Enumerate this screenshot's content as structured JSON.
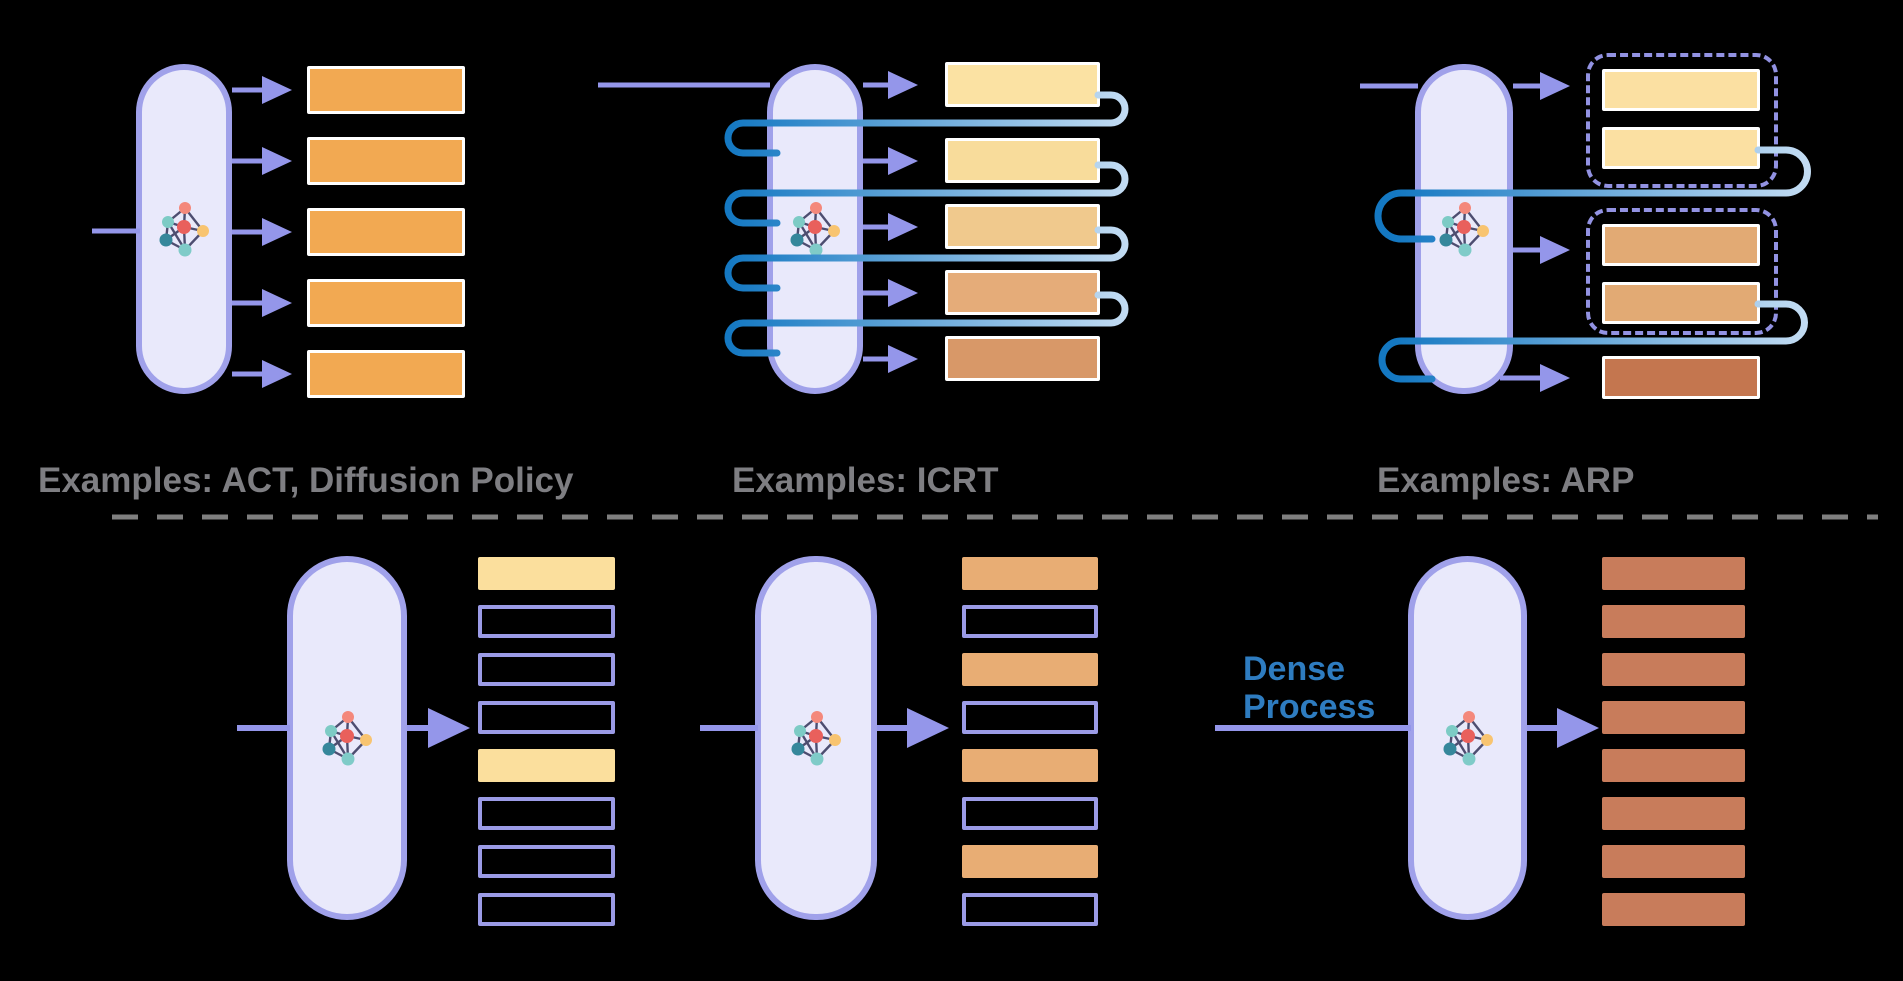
{
  "figure": {
    "background": "#000000",
    "description": "Comparison of action prediction paradigms: parallel one-shot prediction, token-by-token autoregression, chunked autoregression (top row) and masked/sparse vs dense decoding processes (bottom row)."
  },
  "theme": {
    "canvas_bg": "#000000",
    "pill_fill": "#E9E9FB",
    "pill_border": "#A0A1EA",
    "arrow_purple": "#9496EA",
    "fb_dark": "#1478C2",
    "fb_light": "#C6DEF4",
    "group_dash": "#9292E2",
    "divider_gray": "#7F7F7F",
    "caption_gray": "#7E7E82",
    "dense_blue": "#2E7CC0",
    "outline_bar_border": "#9B9BE6",
    "bar_border_white": "#FFFFFF"
  },
  "nn_icon": {
    "edge_color": "#4D4D70",
    "nodes": {
      "top": "#F4887B",
      "upper_left": "#7DCBC5",
      "center": "#E9605C",
      "right": "#F8C470",
      "lower_left": "#35879B",
      "bottom": "#7FCBC8"
    }
  },
  "captions": {
    "top_left": "Examples: ACT, Diffusion Policy",
    "top_middle": "Examples: ICRT",
    "top_right": "Examples: ARP",
    "dense_process": "Dense\nProcess"
  },
  "panels": {
    "act": {
      "caption": "Examples: ACT, Diffusion Policy",
      "feedback_loops": 0,
      "bars": [
        {
          "fill": "#F2A952",
          "border": "#FFFFFF",
          "mt": 0
        },
        {
          "fill": "#F2A952",
          "border": "#FFFFFF",
          "mt": 23
        },
        {
          "fill": "#F2A952",
          "border": "#FFFFFF",
          "mt": 23
        },
        {
          "fill": "#F2A952",
          "border": "#FFFFFF",
          "mt": 23
        },
        {
          "fill": "#F2A952",
          "border": "#FFFFFF",
          "mt": 23
        }
      ]
    },
    "icrt": {
      "caption": "Examples: ICRT",
      "feedback_loops": 4,
      "bars": [
        {
          "fill": "#FBE2A3",
          "border": "#FFFFFF",
          "mt": 0
        },
        {
          "fill": "#F8DC9B",
          "border": "#FFFFFF",
          "mt": 31
        },
        {
          "fill": "#F0C98D",
          "border": "#FFFFFF",
          "mt": 21
        },
        {
          "fill": "#E5AC79",
          "border": "#FFFFFF",
          "mt": 21
        },
        {
          "fill": "#D89868",
          "border": "#FFFFFF",
          "mt": 21
        }
      ]
    },
    "arp": {
      "caption": "Examples: ARP",
      "feedback_loops": 2,
      "chunks": [
        2,
        2,
        1
      ],
      "bars": [
        {
          "fill": "#FBE0A2",
          "border": "#FFFFFF",
          "mt": 0
        },
        {
          "fill": "#FBE0A2",
          "border": "#FFFFFF",
          "mt": 16
        },
        {
          "fill": "#E2AA74",
          "border": "#FFFFFF",
          "mt": 0
        },
        {
          "fill": "#E2AA74",
          "border": "#FFFFFF",
          "mt": 16
        },
        {
          "fill": "#C4764F",
          "border": "#FFFFFF",
          "mt": 0
        }
      ]
    },
    "sparse": {
      "bars": [
        {
          "fill": "#FBDF9D",
          "mt": 0
        },
        {
          "outline": "#9B9BE6",
          "mt": 15
        },
        {
          "outline": "#9B9BE6",
          "mt": 15
        },
        {
          "outline": "#9B9BE6",
          "mt": 15
        },
        {
          "fill": "#FBDF9D",
          "mt": 15
        },
        {
          "outline": "#9B9BE6",
          "mt": 15
        },
        {
          "outline": "#9B9BE6",
          "mt": 15
        },
        {
          "outline": "#9B9BE6",
          "mt": 15
        }
      ]
    },
    "alternate": {
      "bars": [
        {
          "fill": "#E8AD74",
          "mt": 0
        },
        {
          "outline": "#9B9BE6",
          "mt": 15
        },
        {
          "fill": "#E8AD74",
          "mt": 15
        },
        {
          "outline": "#9B9BE6",
          "mt": 15
        },
        {
          "fill": "#E8AD74",
          "mt": 15
        },
        {
          "outline": "#9B9BE6",
          "mt": 15
        },
        {
          "fill": "#E8AD74",
          "mt": 15
        },
        {
          "outline": "#9B9BE6",
          "mt": 15
        }
      ]
    },
    "dense": {
      "label": "Dense\nProcess",
      "bars": [
        {
          "fill": "#C87C5B",
          "mt": 0
        },
        {
          "fill": "#C87C5B",
          "mt": 15
        },
        {
          "fill": "#C87C5B",
          "mt": 15
        },
        {
          "fill": "#C87C5B",
          "mt": 15
        },
        {
          "fill": "#C87C5B",
          "mt": 15
        },
        {
          "fill": "#C87C5B",
          "mt": 15
        },
        {
          "fill": "#C87C5B",
          "mt": 15
        },
        {
          "fill": "#C87C5B",
          "mt": 15
        }
      ]
    }
  }
}
